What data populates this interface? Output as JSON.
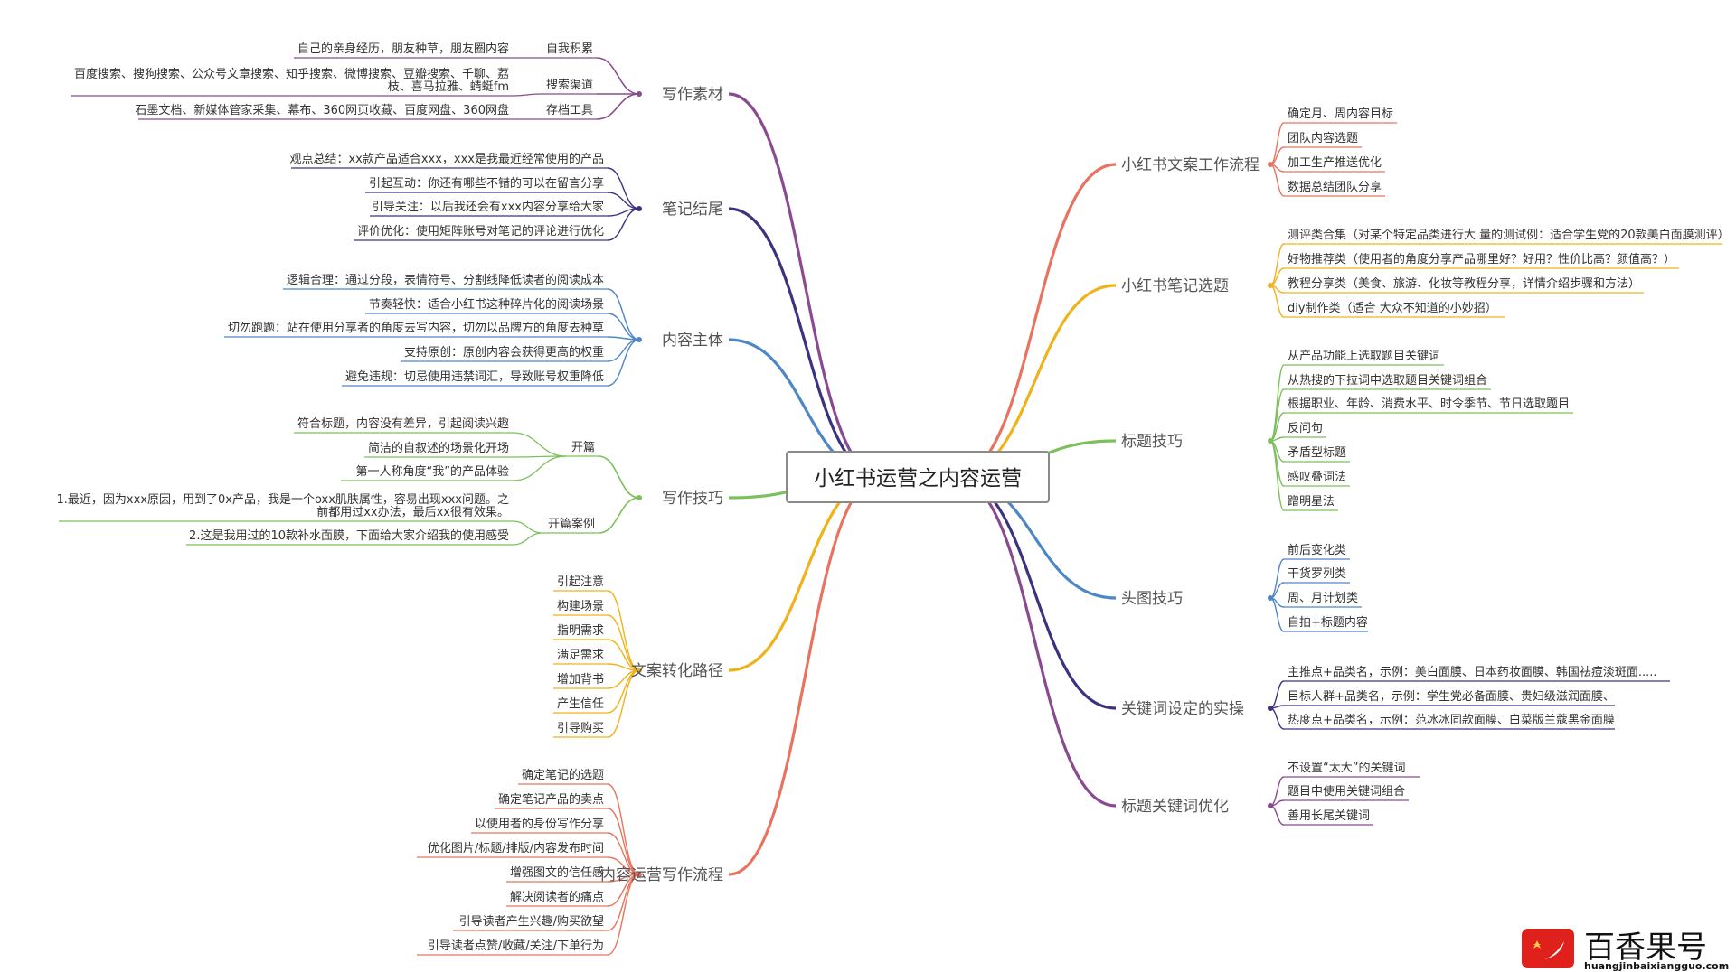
{
  "center": "小红书运营之内容运营",
  "left_branches": [
    {
      "label": "写作素材",
      "color": "#8a4a8f",
      "children": [
        {
          "label": "自我积累",
          "items": [
            "自己的亲身经历，朋友种草，朋友圈内容"
          ]
        },
        {
          "label": "搜索渠道",
          "items": [
            "百度搜索、搜狗搜索、公众号文章搜索、知乎搜索、微博搜索、豆瓣搜索、千聊、荔\n枝、喜马拉雅、蜻蜓fm"
          ]
        },
        {
          "label": "存档工具",
          "items": [
            "石墨文档、新媒体管家采集、幕布、360网页收藏、百度网盘、360网盘"
          ]
        }
      ]
    },
    {
      "label": "笔记结尾",
      "color": "#3b3380",
      "items": [
        "观点总结：xx款产品适合xxx，xxx是我最近经常使用的产品",
        "引起互动：你还有哪些不错的可以在留言分享",
        "引导关注：以后我还会有xxx内容分享给大家",
        "评价优化：使用矩阵账号对笔记的评论进行优化"
      ]
    },
    {
      "label": "内容主体",
      "color": "#4f86c6",
      "items": [
        "逻辑合理：通过分段，表情符号、分割线降低读者的阅读成本",
        "节奏轻快：适合小红书这种碎片化的阅读场景",
        "切勿跑题：站在使用分享者的角度去写内容，切勿以品牌方的角度去种草",
        "支持原创：原创内容会获得更高的权重",
        "避免违规：切忌使用违禁词汇，导致账号权重降低"
      ]
    },
    {
      "label": "写作技巧",
      "color": "#7bc05a",
      "children": [
        {
          "label": "开篇",
          "items": [
            "符合标题，内容没有差异，引起阅读兴趣",
            "简洁的自叙述的场景化开场",
            "第一人称角度“我”的产品体验"
          ]
        },
        {
          "label": "开篇案例",
          "items": [
            "1.最近，因为xxx原因，用到了0x产品，我是一个oxx肌肤属性，容易出现xxx问题。之\n前都用过xx办法，最后xx很有效果。",
            "2.这是我用过的10款补水面膜，下面给大家介绍我的使用感受"
          ]
        }
      ]
    },
    {
      "label": "文案转化路径",
      "color": "#f0b21b",
      "items": [
        "引起注意",
        "构建场景",
        "指明需求",
        "满足需求",
        "增加背书",
        "产生信任",
        "引导购买"
      ]
    },
    {
      "label": "内容运营写作流程",
      "color": "#e8735e",
      "items": [
        "确定笔记的选题",
        "确定笔记产品的卖点",
        "以使用者的身份写作分享",
        "优化图片/标题/排版/内容发布时间",
        "增强图文的信任感",
        "解决阅读者的痛点",
        "引导读者产生兴趣/购买欲望",
        "引导读者点赞/收藏/关注/下单行为"
      ]
    }
  ],
  "right_branches": [
    {
      "label": "小红书文案工作流程",
      "color": "#e8735e",
      "items": [
        "确定月、周内容目标",
        "团队内容选题",
        "加工生产推送优化",
        "数据总结团队分享"
      ]
    },
    {
      "label": "小红书笔记选题",
      "color": "#f0b21b",
      "items": [
        "测评类合集（对某个特定品类进行大 量的测试例：适合学生党的20款美白面膜测评）",
        "好物推荐类（使用者的角度分享产品哪里好？好用？性价比高？颜值高？）",
        "教程分享类（美食、旅游、化妆等教程分享，详情介绍步骤和方法）",
        "diy制作类（适合 大众不知道的小妙招）"
      ]
    },
    {
      "label": "标题技巧",
      "color": "#7bc05a",
      "items": [
        "从产品功能上选取题目关键词",
        "从热搜的下拉词中选取题目关键词组合",
        "根据职业、年龄、消费水平、时令季节、节日选取题目",
        "反问句",
        "矛盾型标题",
        "感叹叠词法",
        "蹭明星法"
      ]
    },
    {
      "label": "头图技巧",
      "color": "#4f86c6",
      "items": [
        "前后变化类",
        "干货罗列类",
        "周、月计划类",
        "自拍+标题内容"
      ]
    },
    {
      "label": "关键词设定的实操",
      "color": "#3b3380",
      "items": [
        "主推点+品类名，示例：美白面膜、日本药妆面膜、韩国祛痘淡斑面.....",
        "目标人群+品类名，示例：学生党必备面膜、贵妇级滋润面膜、",
        "热度点+品类名，示例：范冰冰同款面膜、白菜版兰蔻黑金面膜"
      ]
    },
    {
      "label": "标题关键词优化",
      "color": "#8a4a8f",
      "items": [
        "不设置“太大”的关键词",
        "题目中使用关键词组合",
        "善用长尾关键词"
      ]
    }
  ],
  "watermark": {
    "name": "百香果号",
    "url": "huangjinbaixiangguo.com",
    "color": "#e0201b"
  }
}
